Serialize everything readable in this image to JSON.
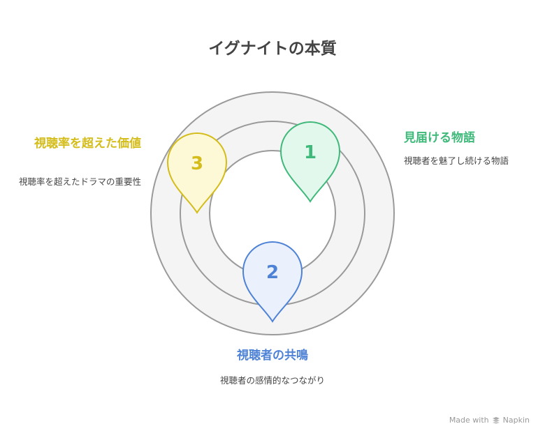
{
  "title": "イグナイトの本質",
  "colors": {
    "green": "#3fb97a",
    "blue": "#4e82d6",
    "yellow": "#d4bc1a",
    "ring_stroke": "#9a9a9a",
    "ring_fill": "#f4f4f4"
  },
  "items": [
    {
      "number": "1",
      "heading": "見届ける物語",
      "description": "視聴者を魅了し続ける物語"
    },
    {
      "number": "2",
      "heading": "視聴者の共鳴",
      "description": "視聴者の感情的なつながり"
    },
    {
      "number": "3",
      "heading": "視聴率を超えた価値",
      "description": "視聴率を超えたドラマの重要性"
    }
  ],
  "footer": {
    "made_with": "Made with",
    "brand": "Napkin",
    "brand_icon": "napkin-logo-icon"
  }
}
